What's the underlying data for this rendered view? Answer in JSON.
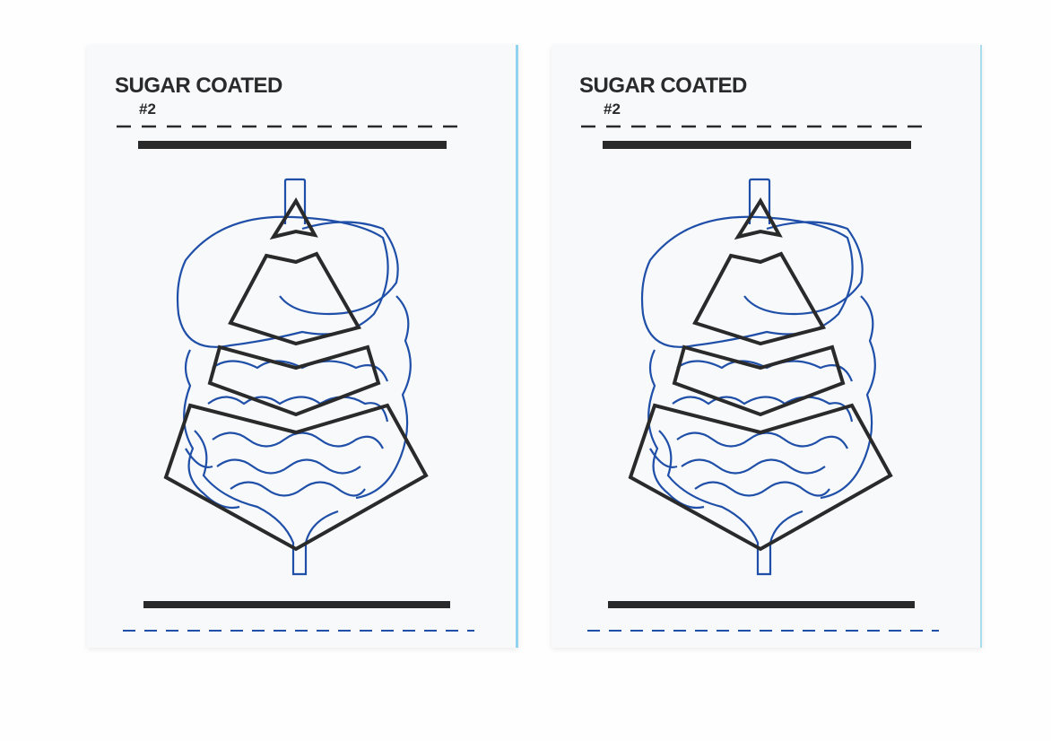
{
  "zines": [
    {
      "title": "SUGAR COATED",
      "issue": "#2"
    },
    {
      "title": "SUGAR COATED",
      "issue": "#2"
    }
  ],
  "colors": {
    "ink_black": "#2a2a2a",
    "ink_blue": "#1f4fa8",
    "edge_blue": "#8fd3ee"
  }
}
